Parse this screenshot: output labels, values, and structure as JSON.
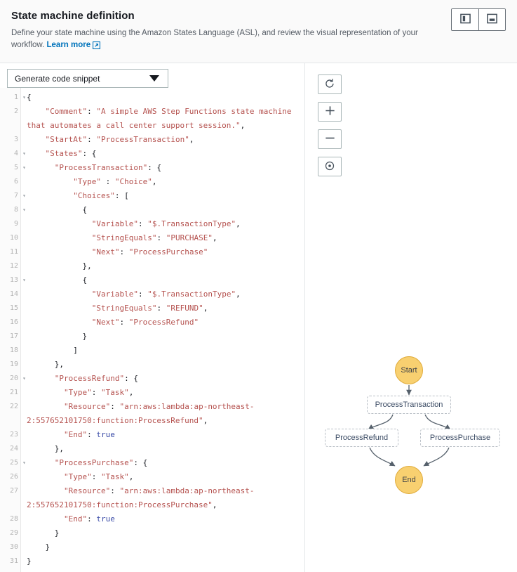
{
  "header": {
    "title": "State machine definition",
    "description_pre": "Define your state machine using the Amazon States Language (ASL), and review the visual representation of your workflow.",
    "link_text": "Learn more",
    "link_color": "#0073bb",
    "layout_buttons": [
      {
        "name": "split-vertical",
        "label": "Vertical split layout"
      },
      {
        "name": "split-horizontal",
        "label": "Horizontal split layout"
      }
    ]
  },
  "editor": {
    "snippet_dropdown": {
      "selected": "Generate code snippet",
      "icon": "chevron-down-icon"
    },
    "line_numbers": [
      1,
      2,
      3,
      4,
      5,
      6,
      7,
      8,
      9,
      10,
      11,
      12,
      13,
      14,
      15,
      16,
      17,
      18,
      19,
      20,
      21,
      22,
      23,
      24,
      25,
      26,
      27,
      28,
      29,
      30,
      31
    ],
    "foldable_lines": [
      1,
      4,
      5,
      7,
      8,
      13,
      20,
      25
    ],
    "wrapped_lines": [
      2,
      22,
      27
    ],
    "lines": [
      "{",
      "    \"Comment\": \"A simple AWS Step Functions state machine that automates a call center support session.\",",
      "    \"StartAt\": \"ProcessTransaction\",",
      "    \"States\": {",
      "      \"ProcessTransaction\": {",
      "          \"Type\" : \"Choice\",",
      "          \"Choices\": [",
      "            {",
      "              \"Variable\": \"$.TransactionType\",",
      "              \"StringEquals\": \"PURCHASE\",",
      "              \"Next\": \"ProcessPurchase\"",
      "            },",
      "            {",
      "              \"Variable\": \"$.TransactionType\",",
      "              \"StringEquals\": \"REFUND\",",
      "              \"Next\": \"ProcessRefund\"",
      "            }",
      "          ]",
      "      },",
      "      \"ProcessRefund\": {",
      "        \"Type\": \"Task\",",
      "        \"Resource\": \"arn:aws:lambda:ap-northeast-2:557652101750:function:ProcessRefund\",",
      "        \"End\": true",
      "      },",
      "      \"ProcessPurchase\": {",
      "        \"Type\": \"Task\",",
      "        \"Resource\": \"arn:aws:lambda:ap-northeast-2:557652101750:function:ProcessPurchase\",",
      "        \"End\": true",
      "      }",
      "    }",
      "}"
    ]
  },
  "graph": {
    "toolbar": [
      {
        "name": "refresh-button",
        "icon": "refresh-icon"
      },
      {
        "name": "zoom-in-button",
        "icon": "plus-icon"
      },
      {
        "name": "zoom-out-button",
        "icon": "minus-icon"
      },
      {
        "name": "center-button",
        "icon": "target-icon"
      }
    ],
    "terminal_color": "#f8d070",
    "nodes": [
      {
        "id": "start",
        "label": "Start",
        "shape": "circle"
      },
      {
        "id": "process-transaction",
        "label": "ProcessTransaction",
        "shape": "box"
      },
      {
        "id": "process-refund",
        "label": "ProcessRefund",
        "shape": "box"
      },
      {
        "id": "process-purchase",
        "label": "ProcessPurchase",
        "shape": "box"
      },
      {
        "id": "end",
        "label": "End",
        "shape": "circle"
      }
    ],
    "edges": [
      {
        "from": "start",
        "to": "process-transaction"
      },
      {
        "from": "process-transaction",
        "to": "process-refund"
      },
      {
        "from": "process-transaction",
        "to": "process-purchase"
      },
      {
        "from": "process-refund",
        "to": "end"
      },
      {
        "from": "process-purchase",
        "to": "end"
      }
    ]
  }
}
